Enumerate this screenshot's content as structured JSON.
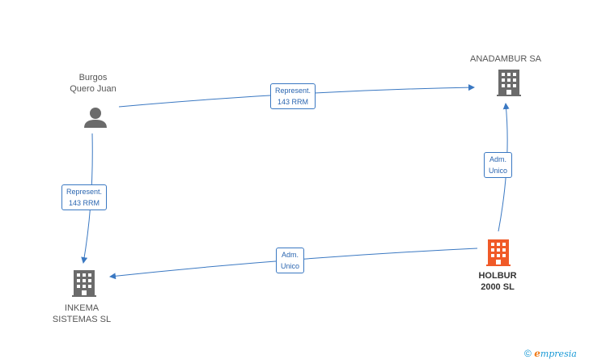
{
  "nodes": {
    "person": {
      "line1": "Burgos",
      "line2": "Quero Juan",
      "type": "person"
    },
    "anadambur": {
      "line1": "ANADAMBUR SA",
      "type": "company"
    },
    "inkema": {
      "line1": "INKEMA",
      "line2": "SISTEMAS SL",
      "type": "company"
    },
    "holbur": {
      "line1": "HOLBUR",
      "line2": "2000 SL",
      "type": "company-focus"
    }
  },
  "edges": {
    "person_anadambur": {
      "line1": "Represent.",
      "line2": "143 RRM"
    },
    "person_inkema": {
      "line1": "Represent.",
      "line2": "143 RRM"
    },
    "holbur_anadambur": {
      "line1": "Adm.",
      "line2": "Unico"
    },
    "holbur_inkema": {
      "line1": "Adm.",
      "line2": "Unico"
    }
  },
  "colors": {
    "edge": "#3a78c2",
    "company": "#6b6b6b",
    "focus": "#f05a28",
    "person": "#6b6b6b"
  },
  "brand": {
    "copyright": "©",
    "e": "e",
    "rest": "mpresia"
  }
}
